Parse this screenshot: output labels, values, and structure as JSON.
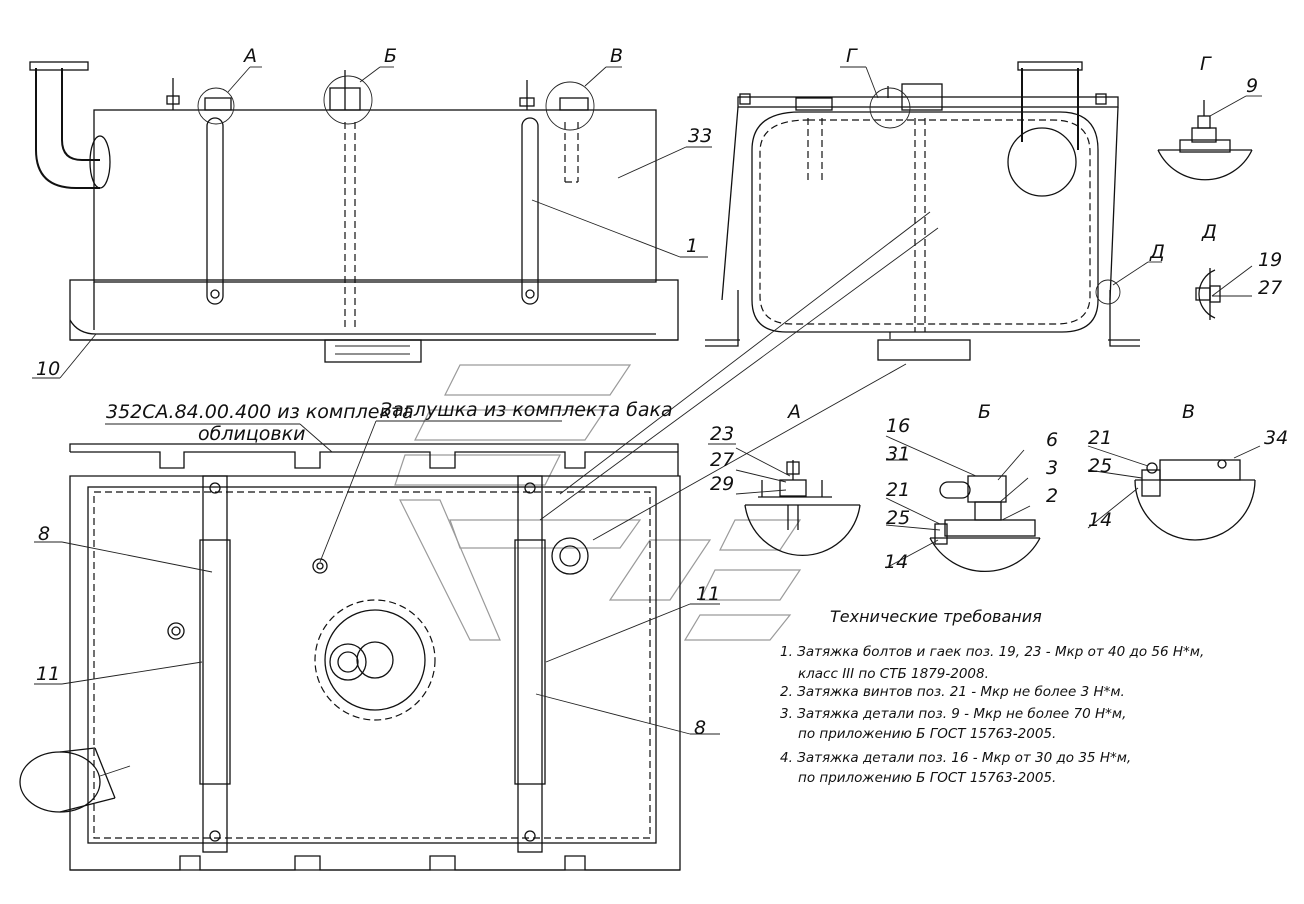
{
  "callouts": {
    "view_a": "А",
    "view_b": "Б",
    "view_v": "В",
    "view_g": "Г",
    "view_d": "Д",
    "p1": "1",
    "p2": "2",
    "p3": "3",
    "p6": "6",
    "p8": "8",
    "p9": "9",
    "p10": "10",
    "p11": "11",
    "p14": "14",
    "p16": "16",
    "p19": "19",
    "p21": "21",
    "p23": "23",
    "p25": "25",
    "p27": "27",
    "p29": "29",
    "p31": "31",
    "p33": "33",
    "p34": "34"
  },
  "notes": {
    "facing_kit_line1": "352СА.84.00.400 из комплекта",
    "facing_kit_line2": "облицовки",
    "plug_note": "Заглушка из комплекта бака"
  },
  "requirements": {
    "title": "Технические требования",
    "items": [
      "1. Затяжка болтов и гаек поз. 19, 23 - Мкр от 40 до 56 Н*м,",
      "класс III  по СТБ 1879-2008.",
      "2. Затяжка винтов поз. 21 - Мкр не более 3 Н*м.",
      "3. Затяжка детали поз. 9 - Мкр не более 70 Н*м,",
      "по приложению Б ГОСТ 15763-2005.",
      "4. Затяжка детали поз. 16 - Мкр от 30 до 35 Н*м,",
      "по приложению Б ГОСТ 15763-2005."
    ]
  }
}
